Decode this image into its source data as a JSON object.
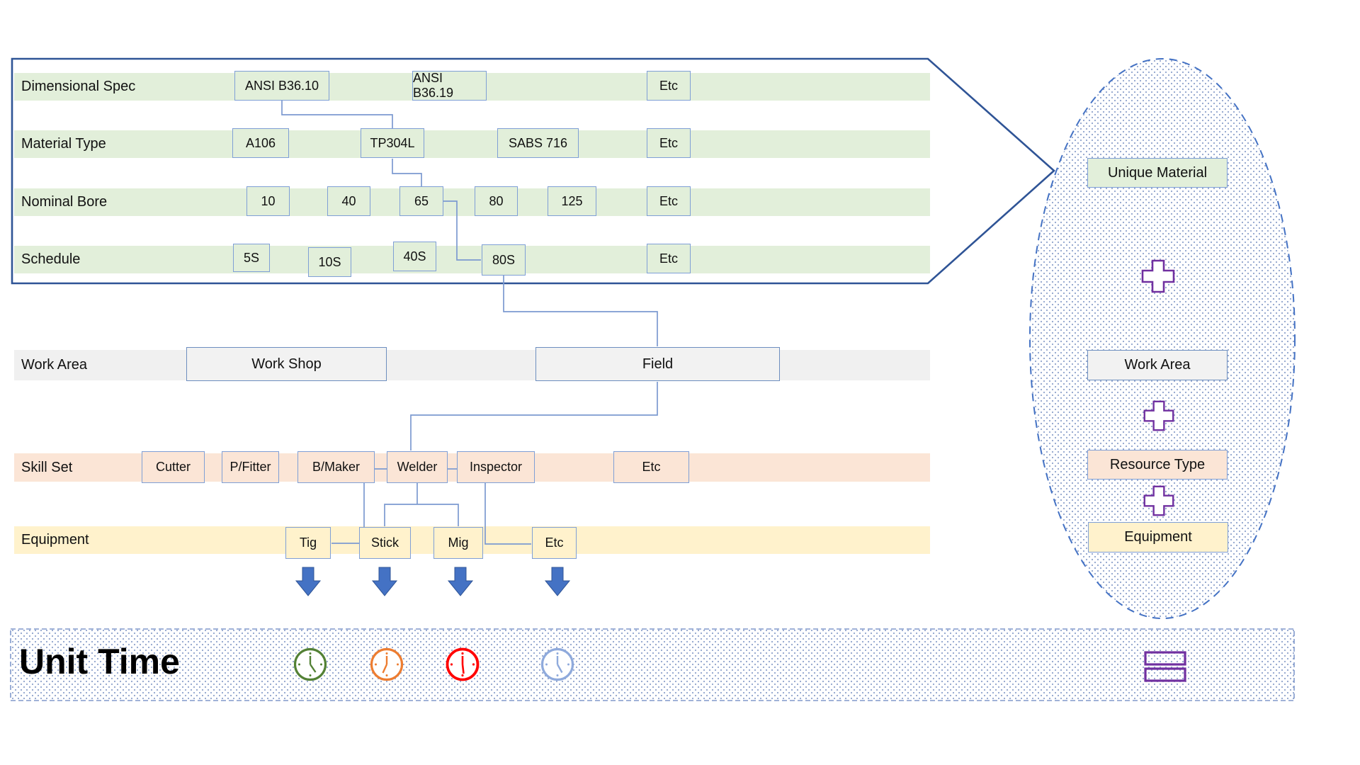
{
  "rows": [
    {
      "label": "Dimensional Spec",
      "items": [
        "ANSI B36.10",
        "ANSI B36.19",
        "Etc"
      ]
    },
    {
      "label": "Material Type",
      "items": [
        "A106",
        "TP304L",
        "SABS 716",
        "Etc"
      ]
    },
    {
      "label": "Nominal Bore",
      "items": [
        "10",
        "40",
        "65",
        "80",
        "125",
        "Etc"
      ]
    },
    {
      "label": "Schedule",
      "items": [
        "5S",
        "10S",
        "40S",
        "80S",
        "Etc"
      ]
    }
  ],
  "work": {
    "label": "Work Area",
    "items": [
      "Work Shop",
      "Field"
    ]
  },
  "skill": {
    "label": "Skill Set",
    "items": [
      "Cutter",
      "P/Fitter",
      "B/Maker",
      "Welder",
      "Inspector",
      "Etc"
    ]
  },
  "equipment": {
    "label": "Equipment",
    "items": [
      "Tig",
      "Stick",
      "Mig",
      "Etc"
    ]
  },
  "unit_time": {
    "label": "Unit Time",
    "clock_icons": [
      "clock-green",
      "clock-orange",
      "clock-red",
      "clock-blue"
    ],
    "clock_colors": [
      "#538135",
      "#ed7d31",
      "#ff0000",
      "#8faadc"
    ]
  },
  "summary": {
    "items": [
      "Unique Material",
      "Work Area",
      "Resource Type",
      "Equipment"
    ],
    "operator_icon": "plus-icon",
    "result_icon": "equals-icon"
  },
  "colors": {
    "chevron_outline": "#2f5496",
    "connector": "#7c9ad0",
    "band_green": "#e2efda",
    "band_gray": "#f0f0f0",
    "band_peach": "#fbe5d6",
    "band_yellow": "#fff2cc",
    "block_arrow": "#4472c4",
    "purple": "#7030a0",
    "dot_fill": "#8fa3cc"
  }
}
